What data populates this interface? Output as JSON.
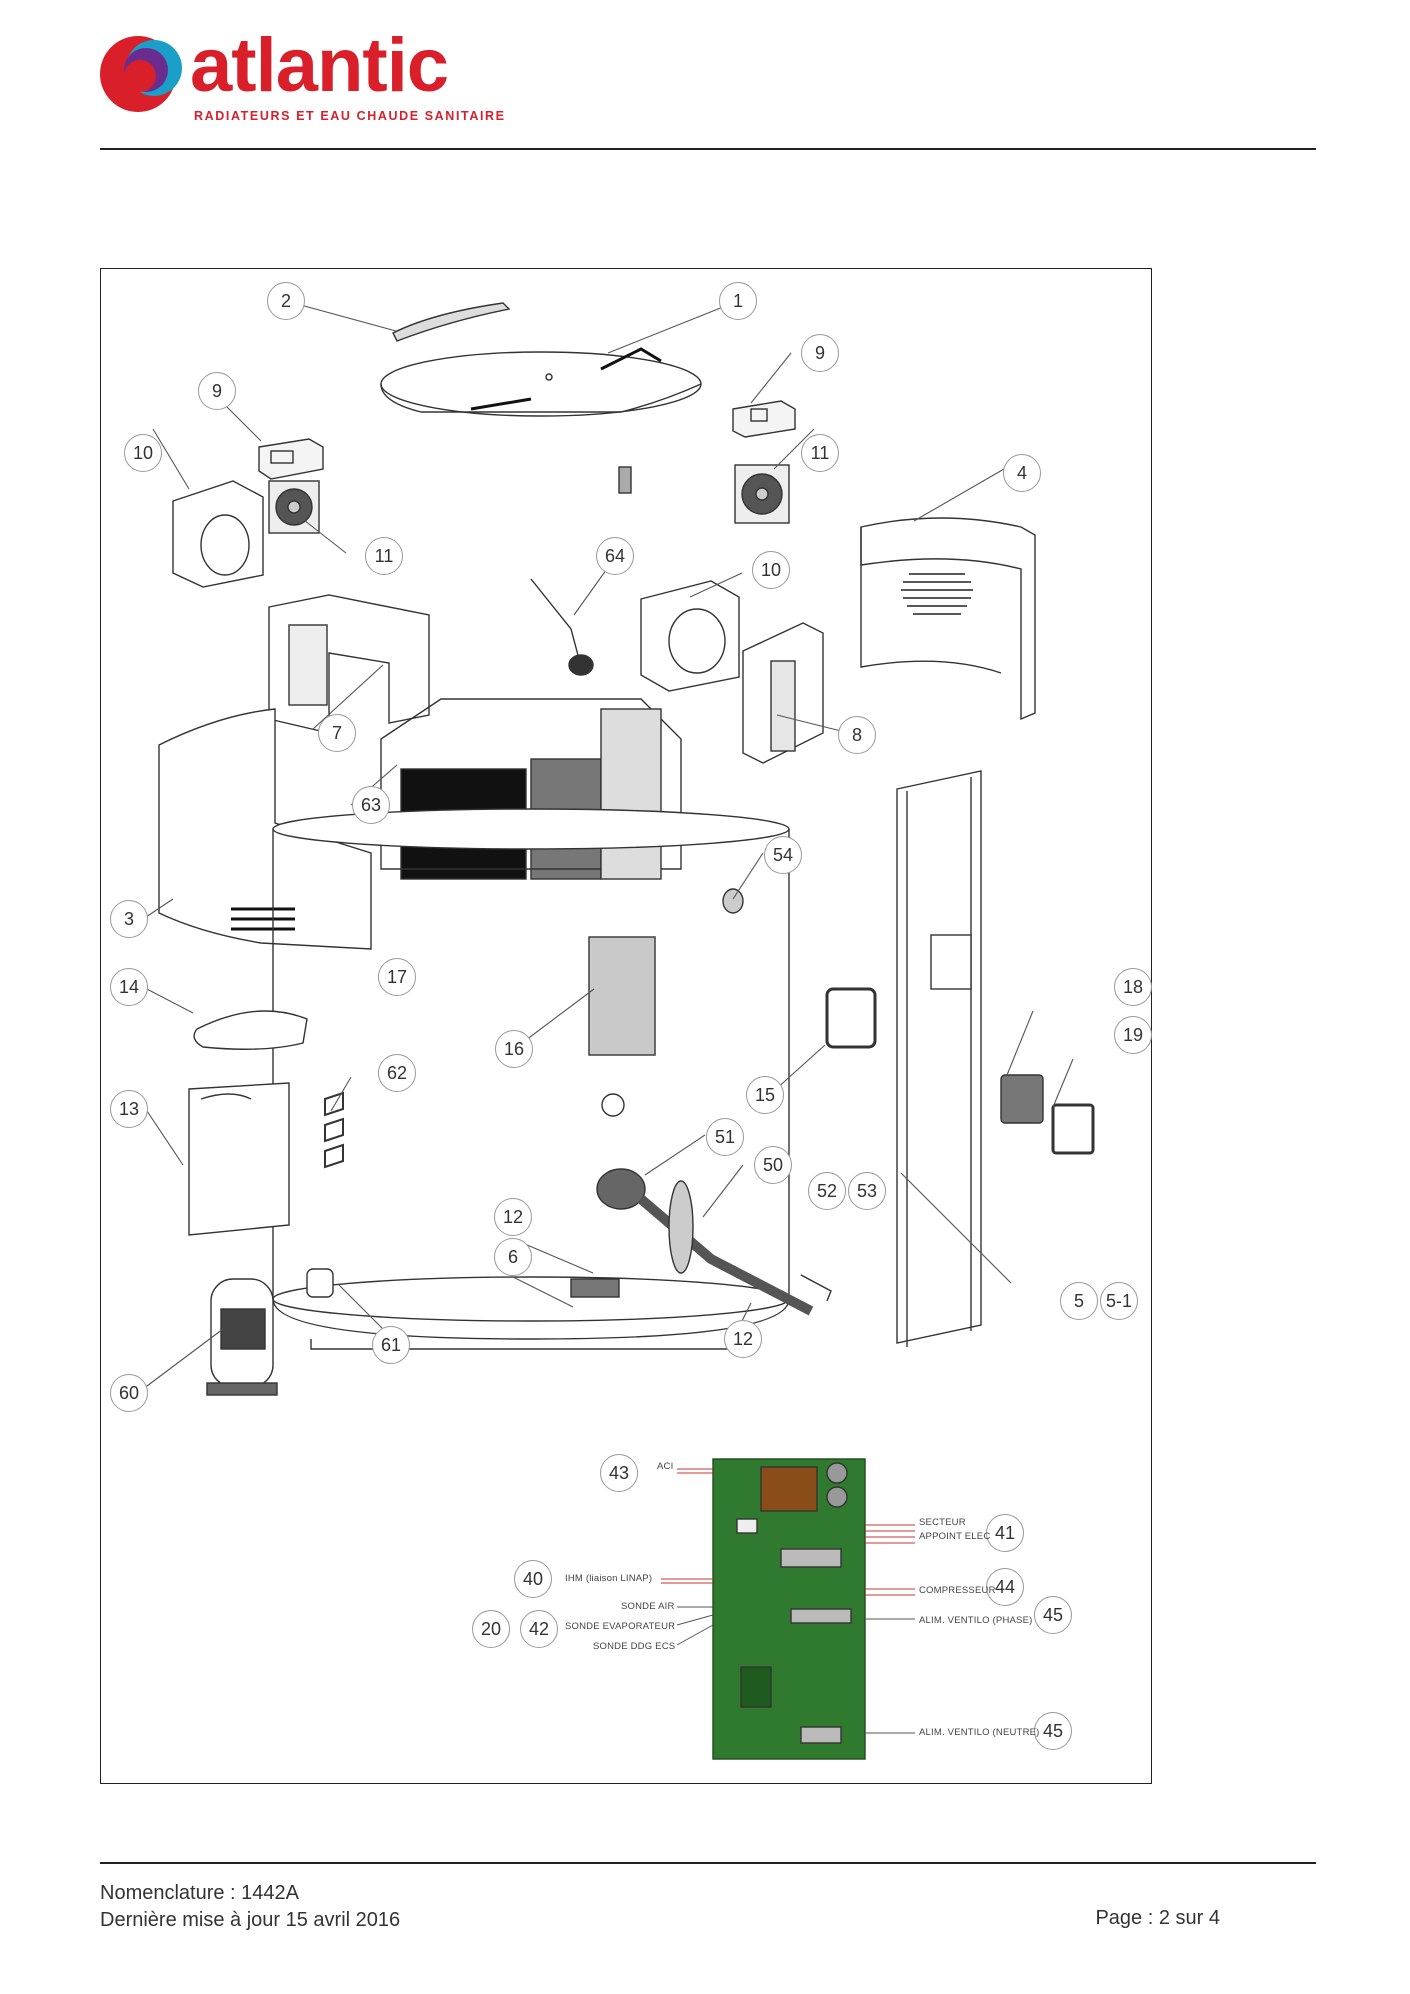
{
  "header": {
    "brand": "atlantic",
    "tagline": "RADIATEURS ET EAU CHAUDE SANITAIRE",
    "brand_color": "#d81f2a"
  },
  "diagram": {
    "callouts": [
      "1",
      "2",
      "3",
      "4",
      "5",
      "5-1",
      "6",
      "7",
      "8",
      "9",
      "9",
      "10",
      "10",
      "11",
      "11",
      "12",
      "12",
      "13",
      "14",
      "15",
      "16",
      "17",
      "18",
      "19",
      "20",
      "40",
      "41",
      "42",
      "43",
      "44",
      "45",
      "45",
      "50",
      "51",
      "52",
      "53",
      "54",
      "60",
      "61",
      "62",
      "63",
      "64"
    ],
    "pcb_labels": {
      "aci": "ACI",
      "secteur": "SECTEUR",
      "appoint_elec": "APPOINT ELEC",
      "ihm": "IHM (liaison LINAP)",
      "compresseur": "COMPRESSEUR",
      "sonde_air": "SONDE AIR",
      "sonde_evaporateur": "SONDE EVAPORATEUR",
      "sonde_ddg_ecs": "SONDE DDG ECS",
      "alim_ventilo_phase": "ALIM. VENTILO (PHASE)",
      "alim_ventilo_neutre": "ALIM. VENTILO (NEUTRE)"
    }
  },
  "footer": {
    "nomenclature": "Nomenclature : 1442A",
    "last_update": "Dernière mise à jour 15 avril 2016",
    "page": "Page : 2 sur 4"
  }
}
